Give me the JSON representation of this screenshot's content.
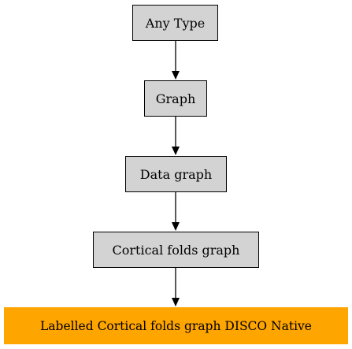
{
  "diagram": {
    "type": "inheritance-chain",
    "nodes": [
      {
        "label": "Any Type",
        "fill": "#d3d3d3",
        "border": "#000000"
      },
      {
        "label": "Graph",
        "fill": "#d3d3d3",
        "border": "#000000"
      },
      {
        "label": "Data graph",
        "fill": "#d3d3d3",
        "border": "#000000"
      },
      {
        "label": "Cortical folds graph",
        "fill": "#d3d3d3",
        "border": "#000000"
      },
      {
        "label": "Labelled Cortical folds graph DISCO Native",
        "fill": "#ffa500",
        "border": "none"
      }
    ],
    "edges": [
      {
        "from": 0,
        "to": 1
      },
      {
        "from": 1,
        "to": 2
      },
      {
        "from": 2,
        "to": 3
      },
      {
        "from": 3,
        "to": 4
      }
    ],
    "edge_color": "#000000"
  }
}
